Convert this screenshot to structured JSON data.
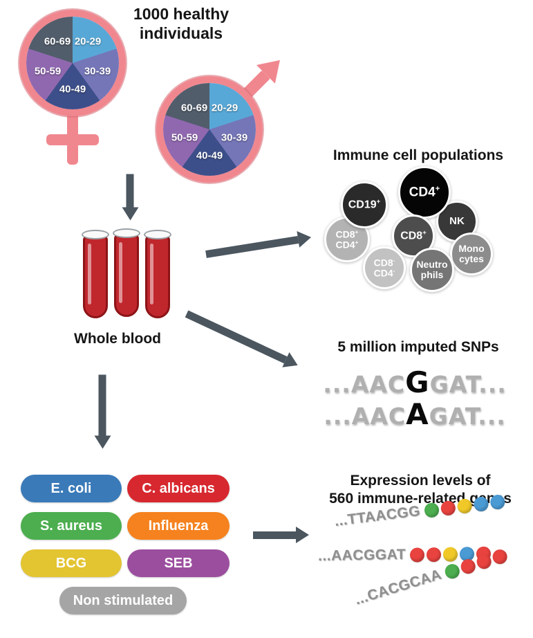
{
  "theme": {
    "symbol_pink": "#F0878F",
    "arrow_gray": "#4B565F",
    "blood_red": "#C0272D",
    "blood_dark": "#8C1417"
  },
  "header": {
    "line1": "1000 healthy",
    "line2": "individuals"
  },
  "pie": {
    "segments": [
      {
        "label": "20-29",
        "color": "#58A8D7"
      },
      {
        "label": "30-39",
        "color": "#7576B8"
      },
      {
        "label": "40-49",
        "color": "#3D4F8A"
      },
      {
        "label": "50-59",
        "color": "#9068B0"
      },
      {
        "label": "60-69",
        "color": "#515D6B"
      }
    ]
  },
  "blood": {
    "label": "Whole blood"
  },
  "immune": {
    "title": "Immune cell populations",
    "cells": [
      {
        "line1": "CD19",
        "sup1": "+",
        "color": "#2A2A2A"
      },
      {
        "line1": "CD4",
        "sup1": "+",
        "color": "#050505"
      },
      {
        "line1": "NK",
        "color": "#383838"
      },
      {
        "line1": "CD8",
        "sup1": "+",
        "color": "#4D4D4D"
      },
      {
        "line1": "CD8",
        "sup1": "+",
        "line2": "CD4",
        "sup2": "+",
        "color": "#B3B3B3"
      },
      {
        "line1": "Mono",
        "line2": "cytes",
        "color": "#8C8C8C"
      },
      {
        "line1": "CD8",
        "sup1": "-",
        "line2": "CD4",
        "sup2": "-",
        "color": "#C2C2C2"
      },
      {
        "line1": "Neutro",
        "line2": "phils",
        "color": "#757575"
      }
    ]
  },
  "snps": {
    "title": "5 million imputed SNPs",
    "lines": [
      {
        "pre": "...AAC",
        "bold": "G",
        "post": "GAT..."
      },
      {
        "pre": "...AAC",
        "bold": "A",
        "post": "GAT..."
      }
    ]
  },
  "stimuli": [
    {
      "label": "E. coli",
      "color": "#3A7AB8"
    },
    {
      "label": "C. albicans",
      "color": "#D7282F"
    },
    {
      "label": "S. aureus",
      "color": "#4CAE4F"
    },
    {
      "label": "Influenza",
      "color": "#F5821F"
    },
    {
      "label": "BCG",
      "color": "#E3C431"
    },
    {
      "label": "SEB",
      "color": "#9B4E9E"
    },
    {
      "label": "Non stimulated",
      "color": "#A5A5A5"
    }
  ],
  "expression": {
    "title_line1": "Expression levels of",
    "title_line2": "560 immune-related genes",
    "rows": [
      {
        "seq": "...TTAACGG",
        "dots": [
          "#4CAE4F",
          "#E8433F",
          "#F0C929",
          "#4A9AD4",
          "#4A9AD4"
        ]
      },
      {
        "seq": "...AACGGAT",
        "dots": [
          "#E8433F",
          "#E8433F",
          "#F0C929",
          "#4A9AD4",
          "#E8433F"
        ]
      },
      {
        "seq": "...CACGCAA",
        "dots": [
          "#4CAE4F",
          "#E8433F",
          "#E8433F",
          "#E8433F"
        ]
      }
    ]
  }
}
